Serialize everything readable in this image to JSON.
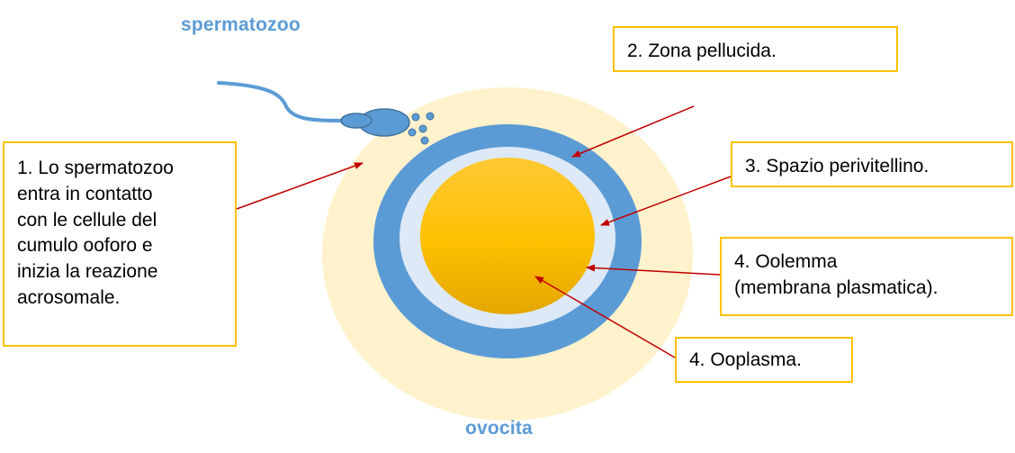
{
  "labels": {
    "sperm_title": "spermatozoo",
    "egg_title": "ovocita",
    "box1": [
      "1. Lo spermatozoo",
      "entra in contatto",
      "con le cellule del",
      "cumulo ooforo e",
      "inizia la reazione",
      "acrosomale."
    ],
    "box2": [
      "2. Zona pellucida."
    ],
    "box3": [
      "3. Spazio perivitellino."
    ],
    "box4": [
      "4. Oolemma",
      "(membrana plasmatica)."
    ],
    "box5": [
      "4. Ooplasma."
    ]
  },
  "colors": {
    "title_blue": "#5b9bd5",
    "cumulus": "#fff2cc",
    "zona_pellucida": "#5b9bd5",
    "perivitelline_space": "#dde9f6",
    "ooplasm_top": "#ffc000",
    "ooplasm_bottom": "#e8a900",
    "box_border": "#ffc000",
    "arrow": "#c00000"
  }
}
